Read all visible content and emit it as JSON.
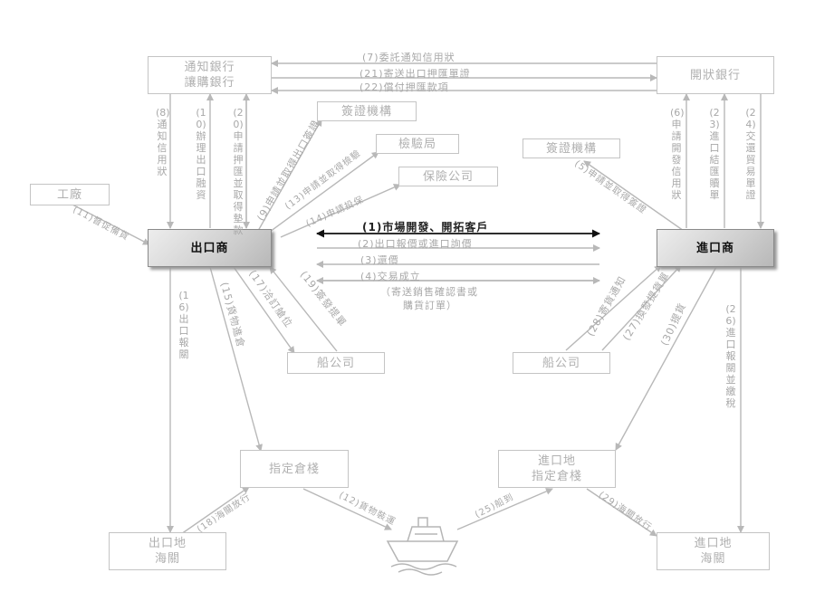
{
  "nodes": {
    "tongzhi": {
      "line1": "通知銀行",
      "line2": "讓購銀行"
    },
    "kaizhuang": "開狀銀行",
    "gongchang": "工廠",
    "qianzheng_left": "簽證機構",
    "jianyanju": "檢驗局",
    "baoxian": "保險公司",
    "qianzheng_right": "簽證機構",
    "exporter": "出口商",
    "importer": "進口商",
    "shipco_left": "船公司",
    "shipco_right": "船公司",
    "warehouse_left": "指定倉棧",
    "warehouse_right": {
      "line1": "進口地",
      "line2": "指定倉棧"
    },
    "customs_left": {
      "line1": "出口地",
      "line2": "海關"
    },
    "customs_right": {
      "line1": "進口地",
      "line2": "海關"
    }
  },
  "bank_steps": {
    "s7": "(7)委託通知信用狀",
    "s21": "(21)寄送出口押匯單證",
    "s22": "(22)償付押匯款項"
  },
  "trade_steps": {
    "s1": "(1)市場開發、開拓客戶",
    "s2": "(2)出口報價或進口詢價",
    "s3": "(3)還價",
    "s4": "(4)交易成立",
    "s4_note1": "（寄送銷售確認書或",
    "s4_note2": "購貨訂單）"
  },
  "vertical_steps": {
    "s8": "(8)通知信用狀",
    "s10": "(10)辦理出口融資",
    "s20": "(20)申請押匯並取得墊款",
    "s9": "(9)申請並取得出口簽證",
    "s6": "(6)申請開發信用狀",
    "s23": "(23)進口結匯贖單",
    "s24": "(24)交還貿易單證",
    "s16": "(16)出口報關",
    "s15": "(15)貨物進倉",
    "s17": "(17)洽訂艙位",
    "s19": "(19)簽發提單",
    "s26": "(26)進口報關並繳稅"
  },
  "diag_steps": {
    "s11": "(11)督促備貨",
    "s13": "(13)申請並取得檢驗",
    "s14": "(14)申請投保",
    "s5": "(5)申請並取得簽證",
    "s28": "(28)寄貨通知",
    "s27": "(27)換發提貨單",
    "s30": "(30)提貨",
    "s18": "(18)海關放行",
    "s12": "(12)貨物裝運",
    "s25": "(25)船到",
    "s29": "(29)海關放行"
  },
  "colors": {
    "line": "#b8b8b8",
    "dark_line": "#111111",
    "main_fill": "#d2d2d2"
  }
}
